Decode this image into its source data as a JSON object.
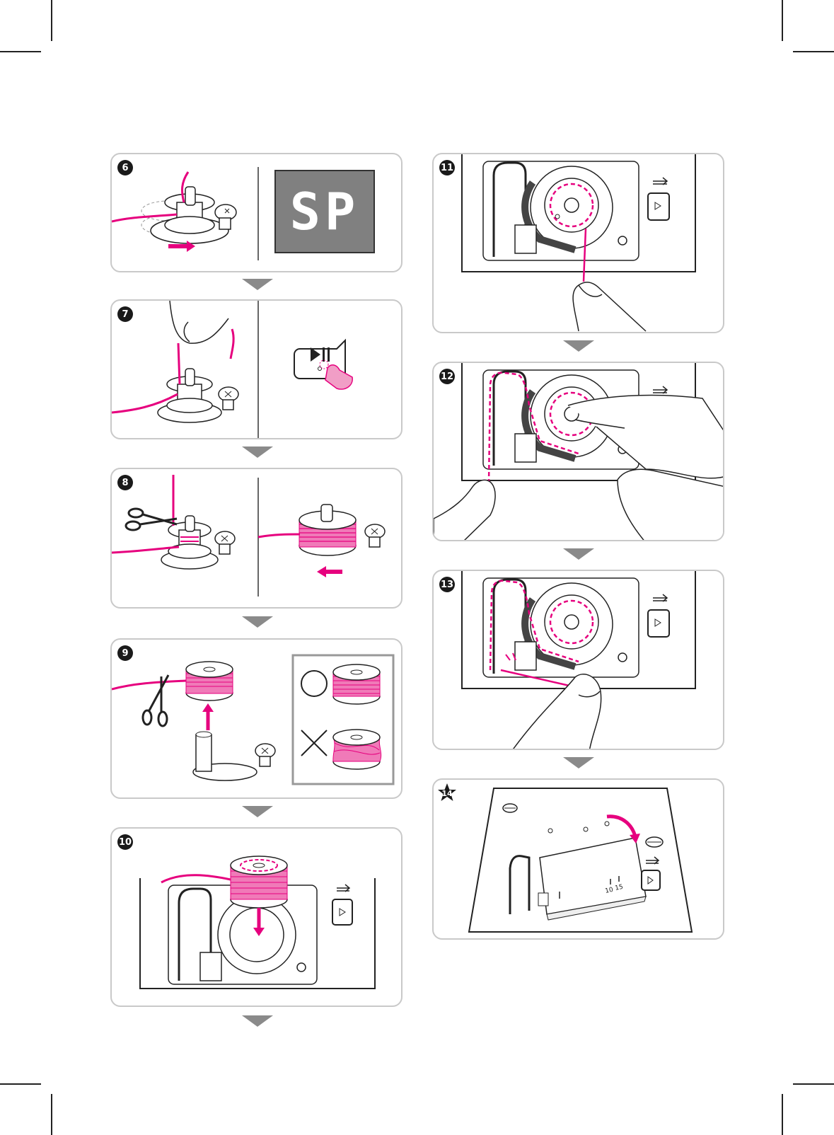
{
  "accent_color": "#e6007e",
  "steps": [
    {
      "number": "6",
      "display": "SP"
    },
    {
      "number": "7",
      "button_icon": "play-pause-icon"
    },
    {
      "number": "8"
    },
    {
      "number": "9",
      "correct_mark": "circle-icon",
      "wrong_mark": "cross-icon"
    },
    {
      "number": "10"
    },
    {
      "number": "11"
    },
    {
      "number": "12"
    },
    {
      "number": "13"
    },
    {
      "number": "14",
      "scale_labels": [
        "10",
        "15"
      ]
    }
  ]
}
